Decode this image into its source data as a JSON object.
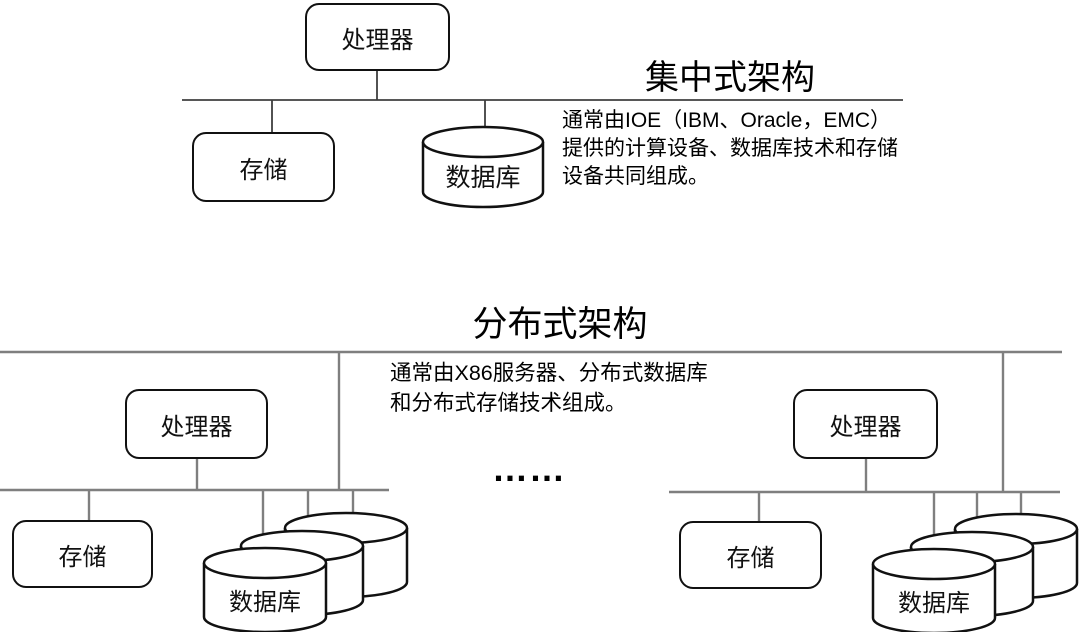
{
  "sections": {
    "centralized": {
      "title": "集中式架构",
      "description_lines": [
        "通常由IOE（IBM、Oracle，EMC）",
        "提供的计算设备、数据库技术和存储",
        "设备共同组成。"
      ],
      "nodes": {
        "processor": "处理器",
        "storage": "存储",
        "database": "数据库"
      }
    },
    "distributed": {
      "title": "分布式架构",
      "description_lines": [
        "通常由X86服务器、分布式数据库",
        "和分布式存储技术组成。"
      ],
      "ellipsis": "……",
      "left_cluster": {
        "processor": "处理器",
        "storage": "存储",
        "database": "数据库"
      },
      "right_cluster": {
        "processor": "处理器",
        "storage": "存储",
        "database": "数据库"
      }
    }
  },
  "colors": {
    "background": "#ffffff",
    "top_lines": "#3f3f3f",
    "bottom_lines": "#7f7f7f",
    "shape_stroke": "#111111",
    "text": "#000000"
  }
}
